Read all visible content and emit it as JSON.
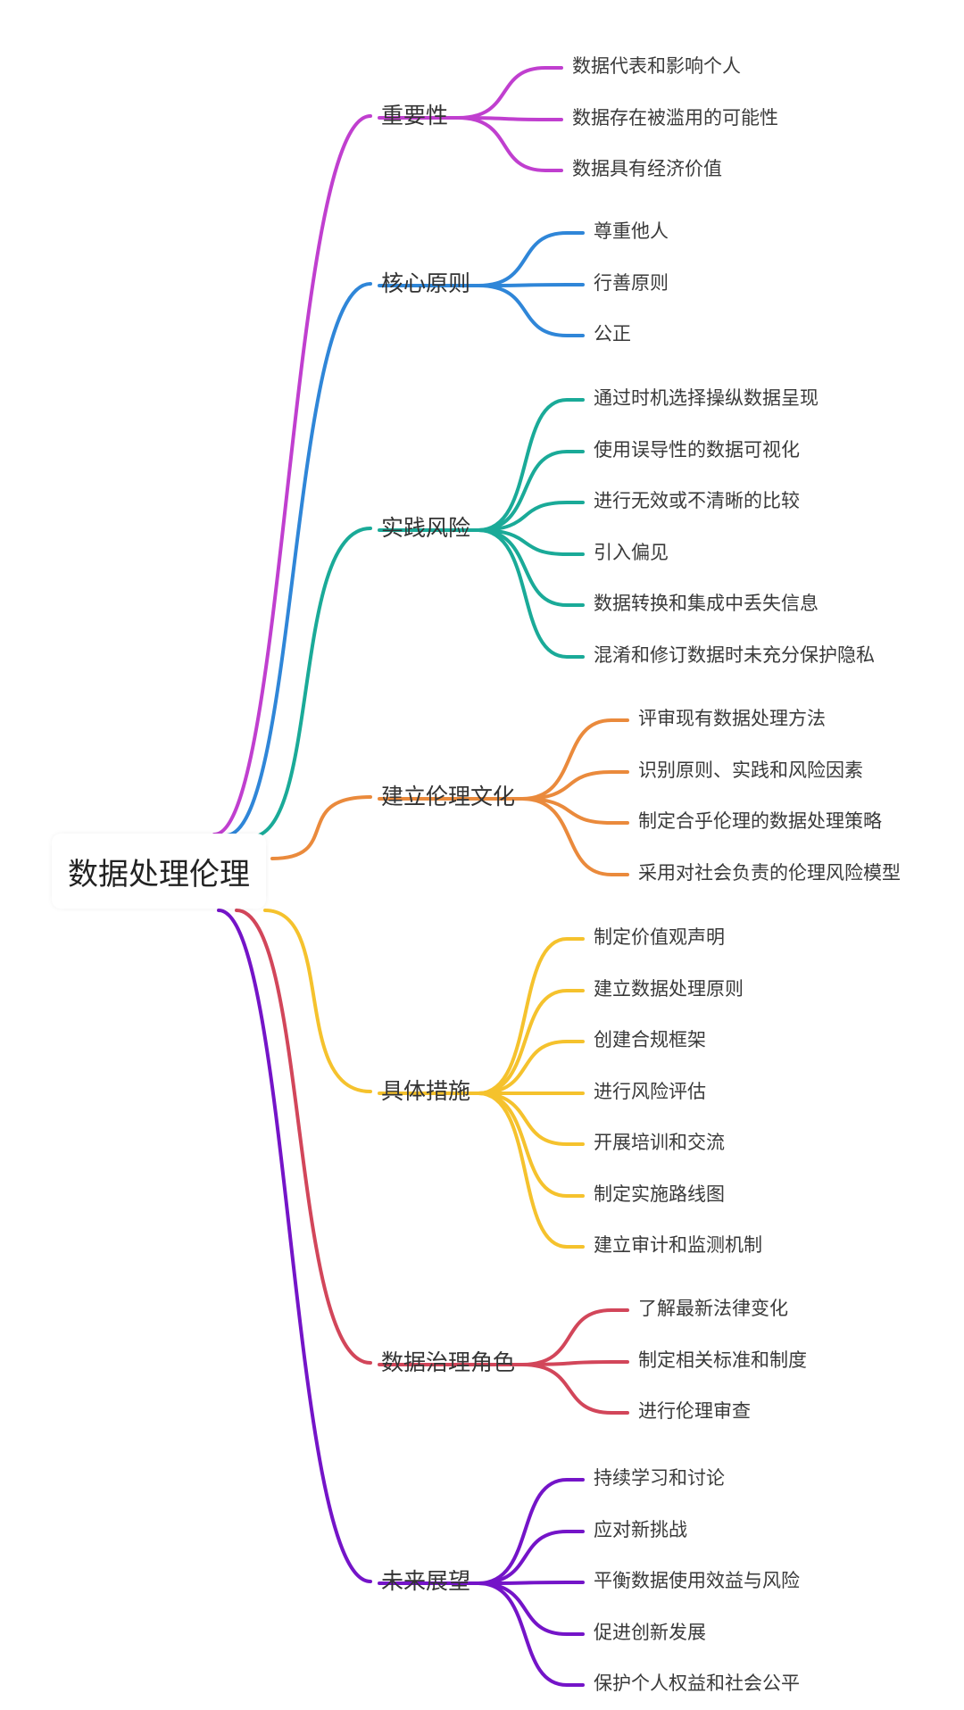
{
  "root": {
    "label": "数据处理伦理"
  },
  "branches": [
    {
      "label": "重要性",
      "color": "#c03fcf",
      "children": [
        "数据代表和影响个人",
        "数据存在被滥用的可能性",
        "数据具有经济价值"
      ]
    },
    {
      "label": "核心原则",
      "color": "#2f86d8",
      "children": [
        "尊重他人",
        "行善原则",
        "公正"
      ]
    },
    {
      "label": "实践风险",
      "color": "#1aaa98",
      "children": [
        "通过时机选择操纵数据呈现",
        "使用误导性的数据可视化",
        "进行无效或不清晰的比较",
        "引入偏见",
        "数据转换和集成中丢失信息",
        "混淆和修订数据时未充分保护隐私"
      ]
    },
    {
      "label": "建立伦理文化",
      "color": "#ea8a3c",
      "children": [
        "评审现有数据处理方法",
        "识别原则、实践和风险因素",
        "制定合乎伦理的数据处理策略",
        "采用对社会负责的伦理风险模型"
      ]
    },
    {
      "label": "具体措施",
      "color": "#f5c22d",
      "children": [
        "制定价值观声明",
        "建立数据处理原则",
        "创建合规框架",
        "进行风险评估",
        "开展培训和交流",
        "制定实施路线图",
        "建立审计和监测机制"
      ]
    },
    {
      "label": "数据治理角色",
      "color": "#d2465a",
      "children": [
        "了解最新法律变化",
        "制定相关标准和制度",
        "进行伦理审查"
      ]
    },
    {
      "label": "未来展望",
      "color": "#7414c8",
      "children": [
        "持续学习和讨论",
        "应对新挑战",
        "平衡数据使用效益与风险",
        "促进创新发展",
        "保护个人权益和社会公平"
      ]
    }
  ]
}
